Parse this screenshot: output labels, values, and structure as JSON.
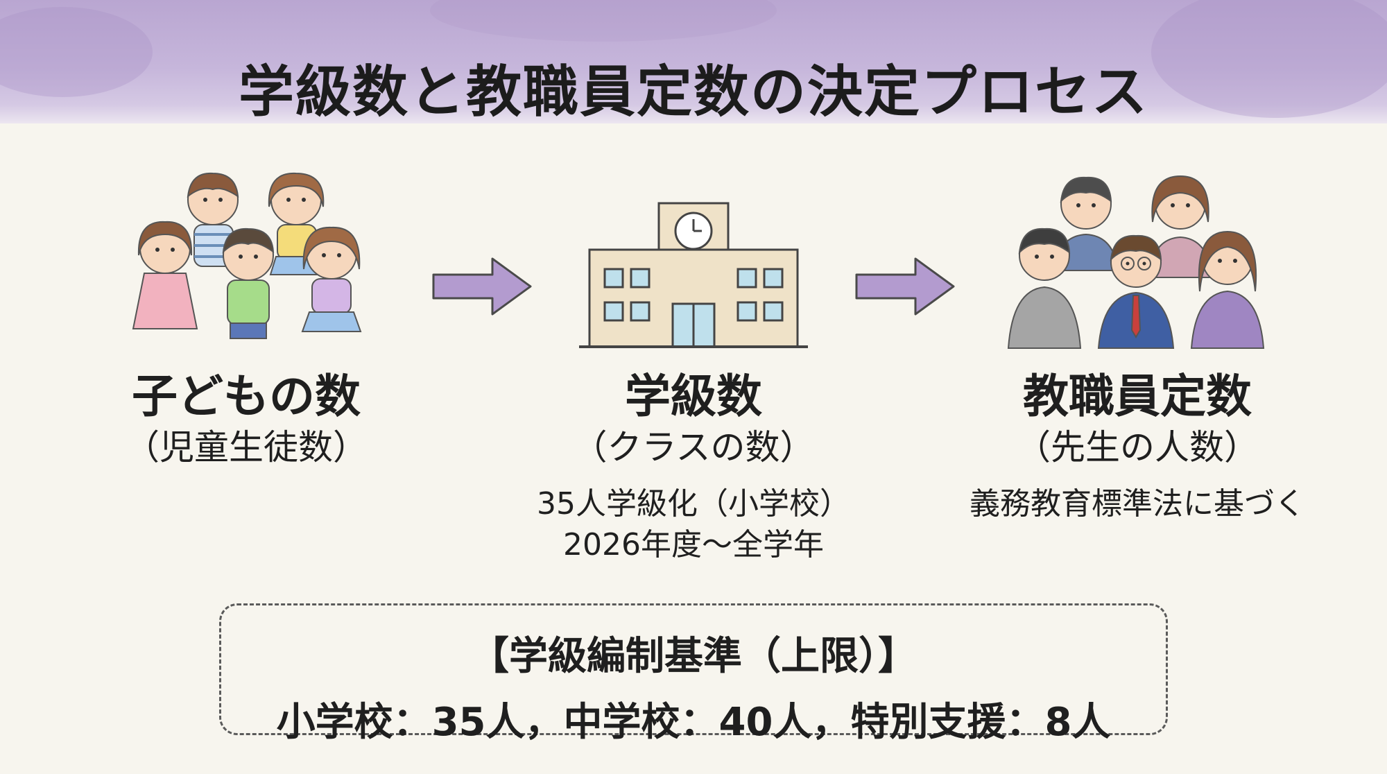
{
  "title": "学級数と教職員定数の決定プロセス",
  "colors": {
    "banner": "#c6b6db",
    "arrow": "#b39bcf",
    "building": "#efe2c8",
    "window": "#bfe0ec"
  },
  "steps": [
    {
      "label": "子どもの数",
      "sub": "（児童生徒数）",
      "icon": "children-icon"
    },
    {
      "label": "学級数",
      "sub": "（クラスの数）",
      "note_lines": [
        "35人学級化（小学校）",
        "2026年度〜全学年"
      ],
      "icon": "school-building-icon"
    },
    {
      "label": "教職員定数",
      "sub": "（先生の人数）",
      "note_lines": [
        "義務教育標準法に基づく"
      ],
      "icon": "teachers-icon"
    }
  ],
  "criteria": {
    "title": "【学級編制基準（上限）】",
    "body": "小学校：35人，中学校：40人，特別支援：8人"
  }
}
